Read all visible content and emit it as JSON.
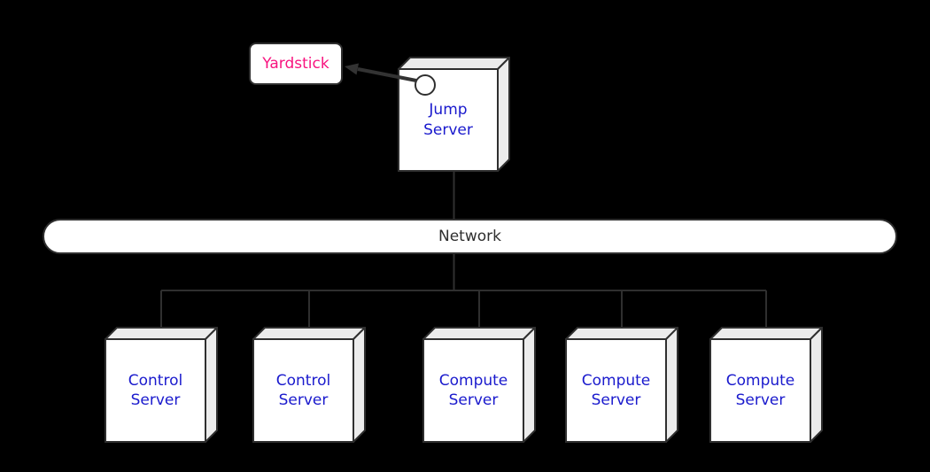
{
  "diagram_type": "network-architecture",
  "yardstick": {
    "label": "Yardstick"
  },
  "jump_server": {
    "label": "Jump Server"
  },
  "network": {
    "label": "Network"
  },
  "servers": [
    {
      "label": "Control Server"
    },
    {
      "label": "Control Server"
    },
    {
      "label": "Compute Server"
    },
    {
      "label": "Compute Server"
    },
    {
      "label": "Compute Server"
    }
  ],
  "colors": {
    "background": "#000000",
    "node_fill": "#ffffff",
    "node_side_fill": "#ececec",
    "border": "#2f2f2f",
    "server_label": "#1a1acd",
    "yardstick_label": "#f8137f",
    "network_label": "#2e2e2e"
  }
}
